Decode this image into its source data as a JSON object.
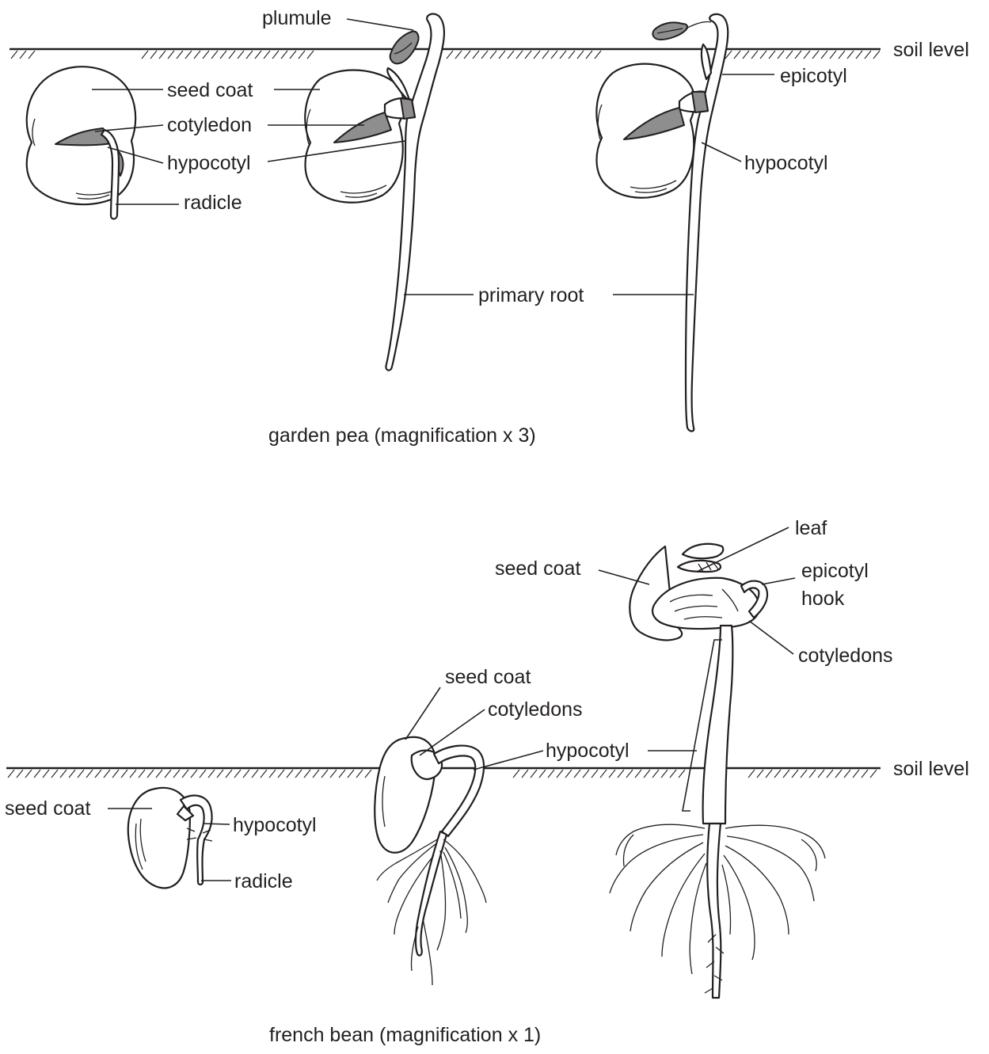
{
  "pea": {
    "caption": "garden pea (magnification x 3)",
    "soil_label": "soil level",
    "labels": {
      "plumule": "plumule",
      "seed_coat": "seed coat",
      "cotyledon": "cotyledon",
      "hypocotyl": "hypocotyl",
      "radicle": "radicle",
      "primary_root": "primary root",
      "epicotyl": "epicotyl",
      "hypocotyl_right": "hypocotyl"
    }
  },
  "bean": {
    "caption": "french bean (magnification x 1)",
    "soil_label": "soil level",
    "labels": {
      "seed_coat_left": "seed coat",
      "hypocotyl_left": "hypocotyl",
      "radicle": "radicle",
      "seed_coat_mid": "seed coat",
      "cotyledons_mid": "cotyledons",
      "hypocotyl_mid": "hypocotyl",
      "seed_coat_top": "seed coat",
      "leaf": "leaf",
      "epicotyl_line1": "epicotyl",
      "epicotyl_line2": "hook",
      "cotyledons_top": "cotyledons"
    }
  },
  "colors": {
    "ink": "#231f20",
    "cotyledon_fill": "#8e8e8e",
    "background": "#ffffff"
  }
}
